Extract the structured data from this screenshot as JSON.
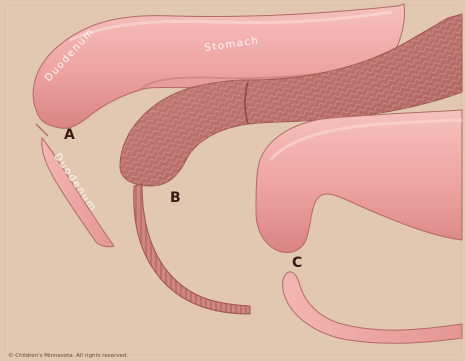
{
  "colors": {
    "background": "#e2c8b0",
    "tissue_light": "#f2b2b0",
    "tissue_mid": "#e1908f",
    "tissue_dark": "#b65e5d",
    "cut_interior": "#b86a66",
    "outline": "#a85a56",
    "marker_text": "#3a1a12"
  },
  "labels": {
    "duodenum_upper": "Duodenum",
    "stomach": "Stomach",
    "duodenum_lower": "Duodenum"
  },
  "markers": {
    "a": "A",
    "b": "B",
    "c": "C"
  },
  "copyright": "© Children's Minnesota. All rights reserved."
}
